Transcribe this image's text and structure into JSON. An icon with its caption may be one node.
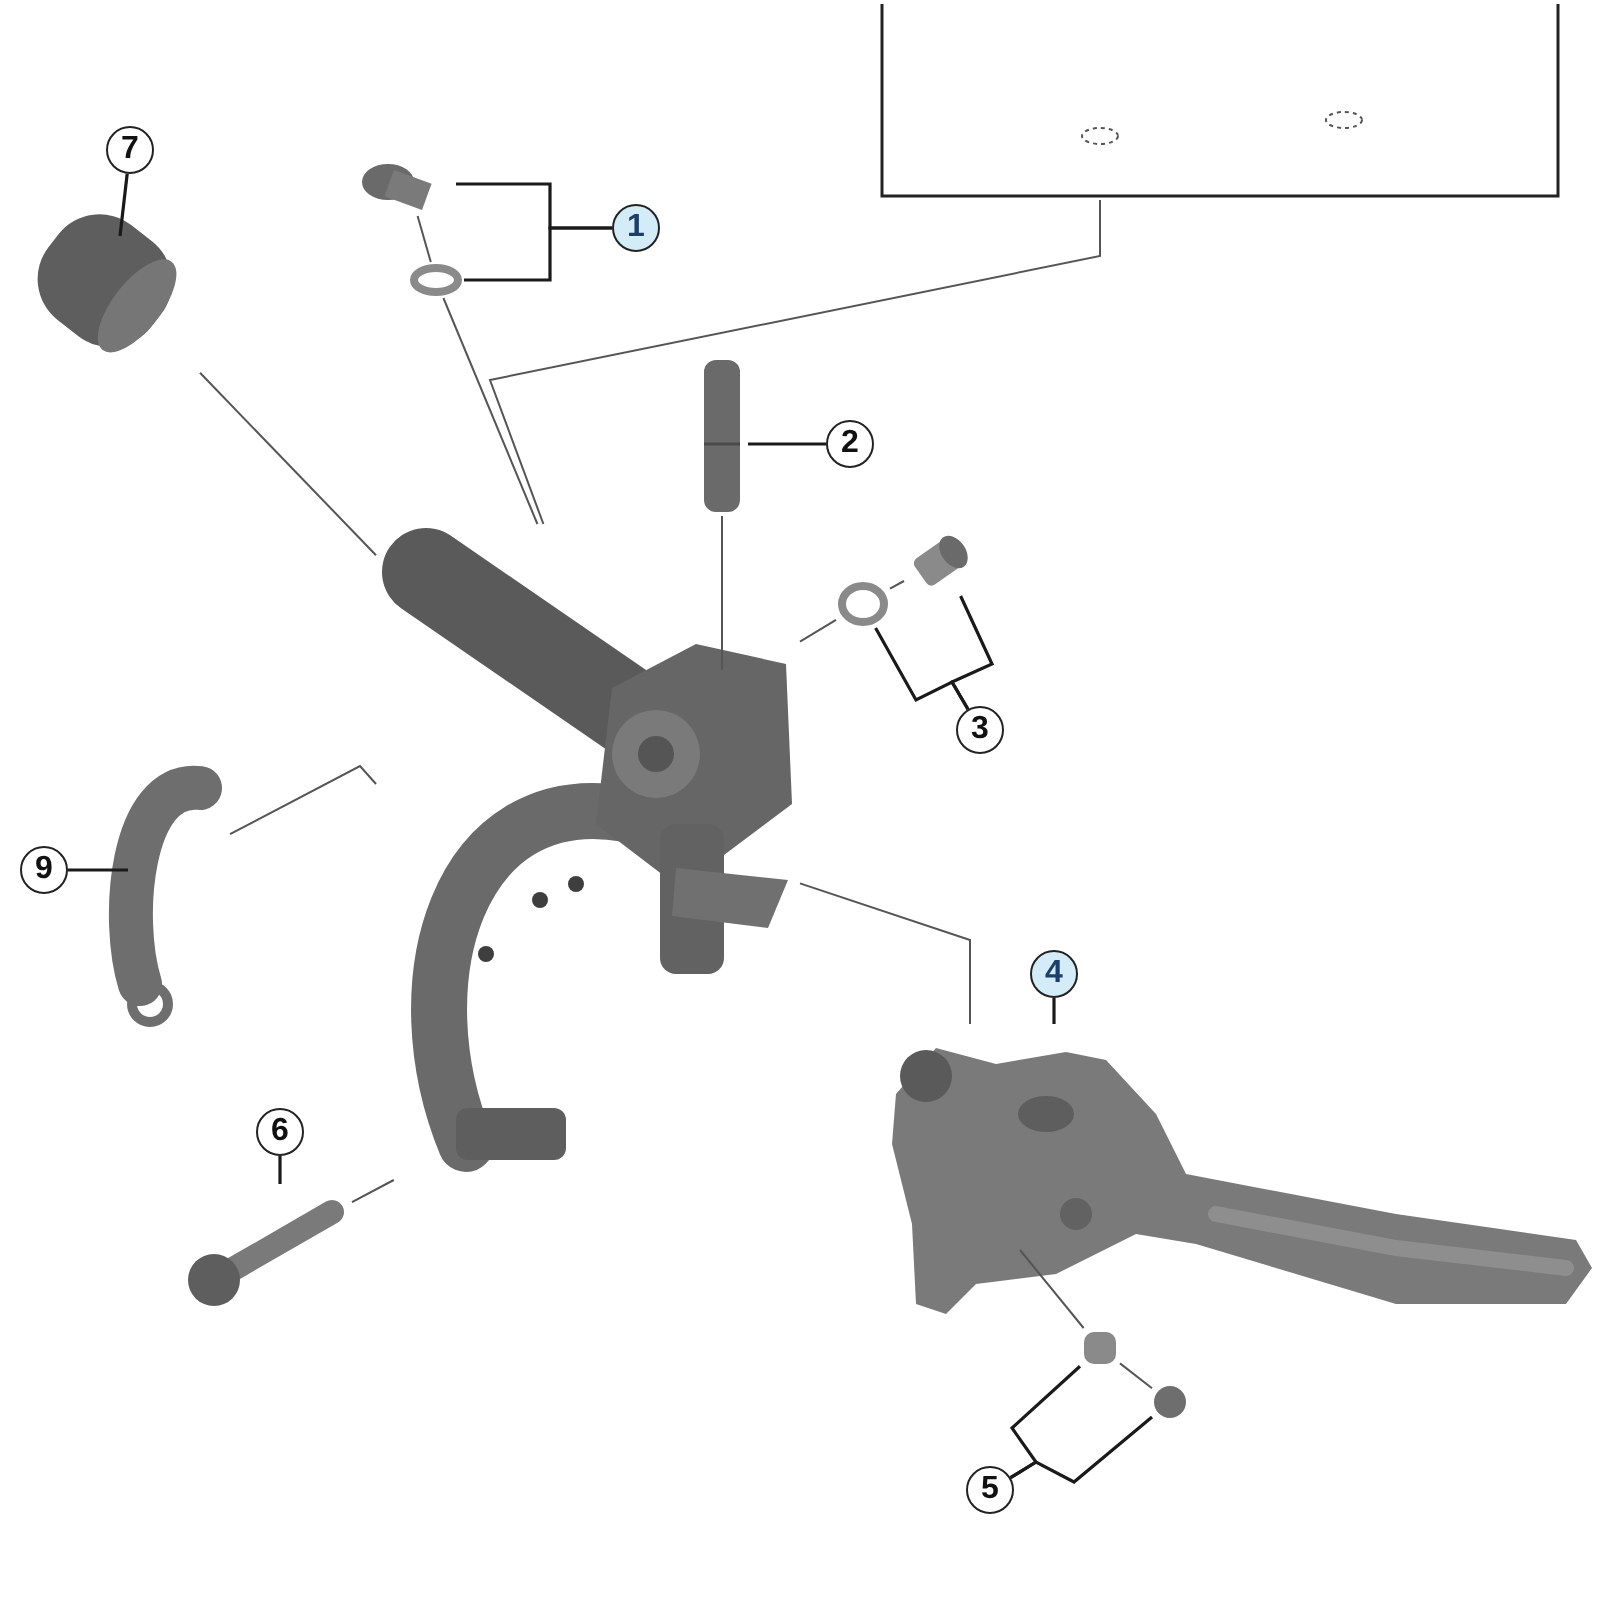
{
  "diagram": {
    "nodes": [
      {
        "text": [
          "7"
        ]
      },
      {
        "text": [
          "1"
        ]
      },
      {
        "text": [
          "2"
        ]
      },
      {
        "text": [
          "3"
        ]
      },
      {
        "text": [
          "9"
        ]
      },
      {
        "text": [
          "4"
        ]
      },
      {
        "text": [
          "6"
        ]
      },
      {
        "text": [
          "5"
        ]
      },
      {
        "text": [],
        "shape": "picture"
      },
      {
        "text": [],
        "shape": "cylinder"
      },
      {
        "text": [],
        "shape": "circle"
      },
      {
        "text": [],
        "shape": "picture"
      },
      {
        "text": [],
        "shape": "cylinder"
      },
      {
        "text": [],
        "shape": "circle"
      },
      {
        "text": [],
        "shape": "picture"
      },
      {
        "text": [],
        "shape": "picture"
      },
      {
        "text": [],
        "shape": "picture"
      },
      {
        "text": [],
        "shape": "picture"
      },
      {
        "text": [],
        "shape": "cylinder"
      },
      {
        "text": [],
        "shape": "circle"
      },
      {
        "text": [],
        "shape": "box"
      }
    ],
    "edges": [
      {
        "from": 0,
        "to": 8,
        "arrow": "none"
      },
      {
        "from": 1,
        "to": 9,
        "arrow": "none"
      },
      {
        "from": 1,
        "to": 10,
        "arrow": "none"
      },
      {
        "from": 2,
        "to": 11,
        "arrow": "none"
      },
      {
        "from": 3,
        "to": 12,
        "arrow": "none"
      },
      {
        "from": 3,
        "to": 13,
        "arrow": "none"
      },
      {
        "from": 4,
        "to": 15,
        "arrow": "none"
      },
      {
        "from": 5,
        "to": 16,
        "arrow": "none"
      },
      {
        "from": 6,
        "to": 17,
        "arrow": "none"
      },
      {
        "from": 7,
        "to": 18,
        "arrow": "none"
      },
      {
        "from": 7,
        "to": 19,
        "arrow": "none"
      },
      {
        "from": 8,
        "to": 14,
        "arrow": "none"
      },
      {
        "from": 9,
        "to": 10,
        "arrow": "none"
      },
      {
        "from": 10,
        "to": 14,
        "arrow": "none"
      },
      {
        "from": 20,
        "to": 14,
        "arrow": "none"
      },
      {
        "from": 11,
        "to": 14,
        "arrow": "none"
      },
      {
        "from": 12,
        "to": 13,
        "arrow": "none"
      },
      {
        "from": 13,
        "to": 14,
        "arrow": "none"
      },
      {
        "from": 15,
        "to": 14,
        "arrow": "none"
      },
      {
        "from": 17,
        "to": 14,
        "arrow": "none"
      },
      {
        "from": 14,
        "to": 16,
        "arrow": "none"
      },
      {
        "from": 16,
        "to": 18,
        "arrow": "none"
      },
      {
        "from": 18,
        "to": 19,
        "arrow": "none"
      }
    ]
  }
}
